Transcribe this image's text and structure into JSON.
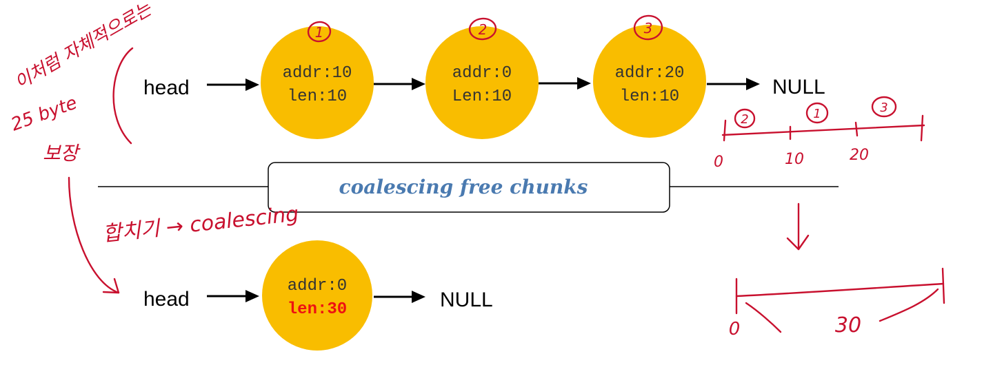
{
  "before_list": {
    "head_label": "head",
    "null_label": "NULL",
    "nodes": [
      {
        "addr": "addr:10",
        "len": "len:10",
        "order_mark": "1"
      },
      {
        "addr": "addr:0",
        "len": "Len:10",
        "order_mark": "2"
      },
      {
        "addr": "addr:20",
        "len": "len:10",
        "order_mark": "3"
      }
    ]
  },
  "banner": {
    "text": "coalescing free chunks"
  },
  "after_list": {
    "head_label": "head",
    "null_label": "NULL",
    "node": {
      "addr": "addr:0",
      "len": "len:30"
    }
  },
  "annotations": {
    "left_note": [
      "이처럼 자체적으로는",
      "25 byte",
      "보장"
    ],
    "merge_note": "합치기 → coalescing",
    "number_line_top": {
      "ticks": [
        "0",
        "10",
        "20"
      ],
      "segment_marks": [
        "2",
        "1",
        "3"
      ]
    },
    "number_line_bottom": {
      "start": "0",
      "length": "30"
    }
  },
  "colors": {
    "node_fill": "#f9bd00",
    "annotation_red": "#c8102e",
    "banner_text": "#4a7ab0",
    "emphasis_red": "#ee1111"
  }
}
